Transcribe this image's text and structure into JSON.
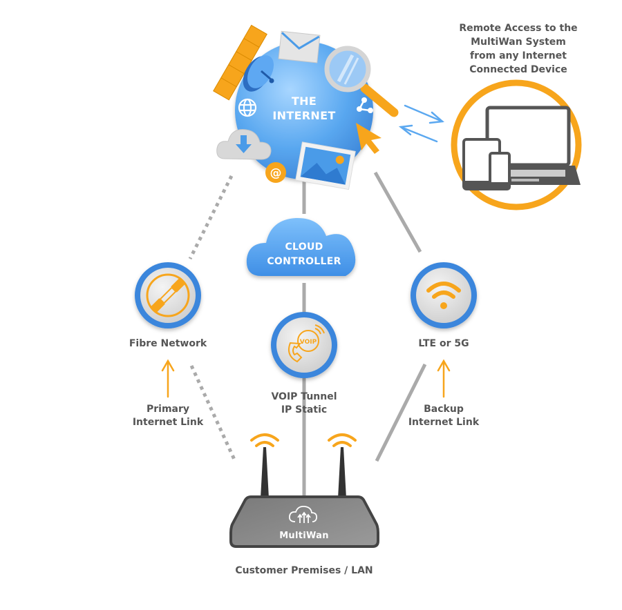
{
  "title": "MultiWan network diagram",
  "nodes": {
    "internet": {
      "label_line1": "THE",
      "label_line2": "INTERNET"
    },
    "remote_access": {
      "lines": [
        "Remote Access to the",
        "MultiWan System",
        "from any Internet",
        "Connected Device"
      ]
    },
    "cloud_controller": {
      "label_line1": "CLOUD",
      "label_line2": "CONTROLLER"
    },
    "fibre": {
      "label": "Fibre Network"
    },
    "voip": {
      "label_line1": "VOIP Tunnel",
      "label_line2": "IP Static",
      "icon_text": "VOIP"
    },
    "lte": {
      "label": "LTE or 5G"
    },
    "router": {
      "label": "MultiWan"
    },
    "premises": {
      "label": "Customer Premises / LAN"
    }
  },
  "links": {
    "primary": {
      "line1": "Primary",
      "line2": "Internet Link"
    },
    "backup": {
      "line1": "Backup",
      "line2": "Internet Link"
    }
  },
  "colors": {
    "blue": "#4a9be8",
    "blue_light": "#8cc6fa",
    "orange": "#f7a51c",
    "grey_line": "#aaaaaa",
    "dark_grey": "#555555",
    "router_body": "#6e6e6e"
  }
}
